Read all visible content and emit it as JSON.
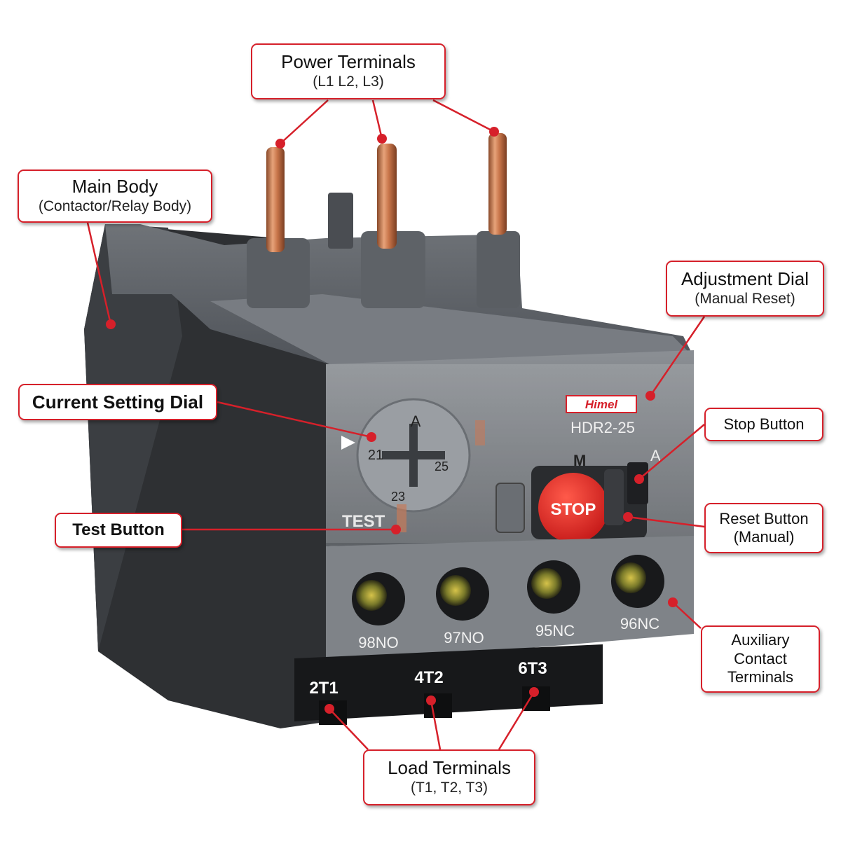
{
  "callouts": {
    "power_terminals": {
      "title": "Power Terminals",
      "sub": "(L1  L2, L3)"
    },
    "main_body": {
      "title": "Main Body",
      "sub": "(Contactor/Relay Body)"
    },
    "adjustment_dial": {
      "title": "Adjustment Dial",
      "sub": "(Manual Reset)"
    },
    "current_setting_dial": {
      "title": "Current Setting Dial"
    },
    "stop_button": {
      "title": "Stop Button"
    },
    "reset_button": {
      "title": "Reset Button",
      "sub": "(Manual)"
    },
    "test_button": {
      "title": "Test Button"
    },
    "auxiliary_contact": {
      "line1": "Auxiliary",
      "line2": "Contact",
      "line3": "Terminals"
    },
    "load_terminals": {
      "title": "Load Terminals",
      "sub": "(T1, T2, T3)"
    }
  },
  "device": {
    "brand": "Himel",
    "model": "HDR2-25",
    "dial_letter": "A",
    "dial_num_left": "21",
    "dial_num_right": "25",
    "dial_num_bottom": "23",
    "test_label": "TEST",
    "stop_label": "STOP",
    "mode_manual": "M",
    "mode_auto": "A",
    "aux_terminals": [
      "98NO",
      "97NO",
      "95NC",
      "96NC"
    ],
    "load_terminals": [
      "2T1",
      "4T2",
      "6T3"
    ]
  },
  "colors": {
    "callout_border": "#d6202a",
    "leader_line": "#d6202a",
    "stop_button": "#e02a2a",
    "copper": "#c8754a"
  }
}
